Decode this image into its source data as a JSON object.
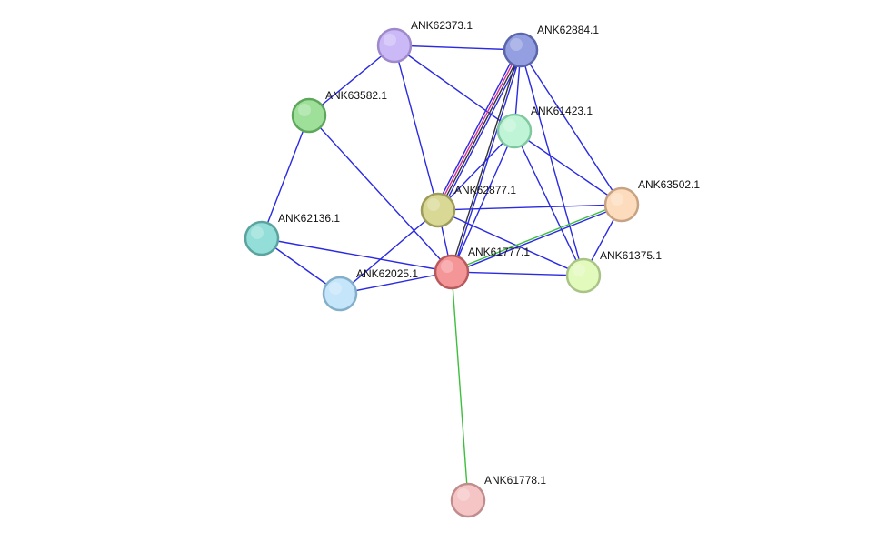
{
  "nodes": [
    {
      "id": "ANK62373.1",
      "label": "ANK62373.1",
      "fill": "#cbb8f7",
      "stroke": "#9e8acb"
    },
    {
      "id": "ANK62884.1",
      "label": "ANK62884.1",
      "fill": "#939fe0",
      "stroke": "#5b66aa"
    },
    {
      "id": "ANK63582.1",
      "label": "ANK63582.1",
      "fill": "#9ee09a",
      "stroke": "#5ea65a"
    },
    {
      "id": "ANK61423.1",
      "label": "ANK61423.1",
      "fill": "#bff5d6",
      "stroke": "#80c8a0"
    },
    {
      "id": "ANK62877.1",
      "label": "ANK62877.1",
      "fill": "#d9d894",
      "stroke": "#9d9c5a"
    },
    {
      "id": "ANK63502.1",
      "label": "ANK63502.1",
      "fill": "#fcdcbc",
      "stroke": "#c7a283"
    },
    {
      "id": "ANK62136.1",
      "label": "ANK62136.1",
      "fill": "#93ded8",
      "stroke": "#5aa39e"
    },
    {
      "id": "ANK61777.1",
      "label": "ANK61777.1",
      "fill": "#f49597",
      "stroke": "#b85a5c"
    },
    {
      "id": "ANK61375.1",
      "label": "ANK61375.1",
      "fill": "#e2fabb",
      "stroke": "#a9c486"
    },
    {
      "id": "ANK62025.1",
      "label": "ANK62025.1",
      "fill": "#c4e5fa",
      "stroke": "#83afc9"
    },
    {
      "id": "ANK61778.1",
      "label": "ANK61778.1",
      "fill": "#f5c5c5",
      "stroke": "#c08c8c"
    }
  ],
  "edges": [
    {
      "source": "ANK62373.1",
      "target": "ANK62884.1",
      "colors": [
        "#2a2ae0"
      ]
    },
    {
      "source": "ANK62373.1",
      "target": "ANK63582.1",
      "colors": [
        "#2a2ae0"
      ]
    },
    {
      "source": "ANK62373.1",
      "target": "ANK61423.1",
      "colors": [
        "#2a2ae0"
      ]
    },
    {
      "source": "ANK62373.1",
      "target": "ANK62877.1",
      "colors": [
        "#2a2ae0"
      ]
    },
    {
      "source": "ANK62884.1",
      "target": "ANK61423.1",
      "colors": [
        "#2a2ae0"
      ]
    },
    {
      "source": "ANK62884.1",
      "target": "ANK62877.1",
      "colors": [
        "#2a2ae0",
        "#333333",
        "#d9309a",
        "#2a2ae0"
      ]
    },
    {
      "source": "ANK62884.1",
      "target": "ANK61777.1",
      "colors": [
        "#2a2ae0",
        "#333333"
      ]
    },
    {
      "source": "ANK62884.1",
      "target": "ANK63502.1",
      "colors": [
        "#2a2ae0"
      ]
    },
    {
      "source": "ANK62884.1",
      "target": "ANK61375.1",
      "colors": [
        "#2a2ae0"
      ]
    },
    {
      "source": "ANK63582.1",
      "target": "ANK62136.1",
      "colors": [
        "#2a2ae0"
      ]
    },
    {
      "source": "ANK63582.1",
      "target": "ANK61777.1",
      "colors": [
        "#2a2ae0"
      ]
    },
    {
      "source": "ANK61423.1",
      "target": "ANK62877.1",
      "colors": [
        "#2a2ae0"
      ]
    },
    {
      "source": "ANK61423.1",
      "target": "ANK61777.1",
      "colors": [
        "#2a2ae0"
      ]
    },
    {
      "source": "ANK61423.1",
      "target": "ANK63502.1",
      "colors": [
        "#2a2ae0"
      ]
    },
    {
      "source": "ANK61423.1",
      "target": "ANK61375.1",
      "colors": [
        "#2a2ae0"
      ]
    },
    {
      "source": "ANK62877.1",
      "target": "ANK63502.1",
      "colors": [
        "#2a2ae0"
      ]
    },
    {
      "source": "ANK62877.1",
      "target": "ANK61777.1",
      "colors": [
        "#2a2ae0"
      ]
    },
    {
      "source": "ANK62877.1",
      "target": "ANK61375.1",
      "colors": [
        "#2a2ae0"
      ]
    },
    {
      "source": "ANK62877.1",
      "target": "ANK62025.1",
      "colors": [
        "#2a2ae0"
      ]
    },
    {
      "source": "ANK63502.1",
      "target": "ANK61777.1",
      "colors": [
        "#2a2ae0",
        "#3cbf3c"
      ]
    },
    {
      "source": "ANK63502.1",
      "target": "ANK61375.1",
      "colors": [
        "#2a2ae0"
      ]
    },
    {
      "source": "ANK62136.1",
      "target": "ANK61777.1",
      "colors": [
        "#2a2ae0"
      ]
    },
    {
      "source": "ANK62136.1",
      "target": "ANK62025.1",
      "colors": [
        "#2a2ae0"
      ]
    },
    {
      "source": "ANK61777.1",
      "target": "ANK61375.1",
      "colors": [
        "#2a2ae0"
      ]
    },
    {
      "source": "ANK61777.1",
      "target": "ANK62025.1",
      "colors": [
        "#2a2ae0"
      ]
    },
    {
      "source": "ANK61777.1",
      "target": "ANK61778.1",
      "colors": [
        "#3cbf3c"
      ]
    }
  ]
}
